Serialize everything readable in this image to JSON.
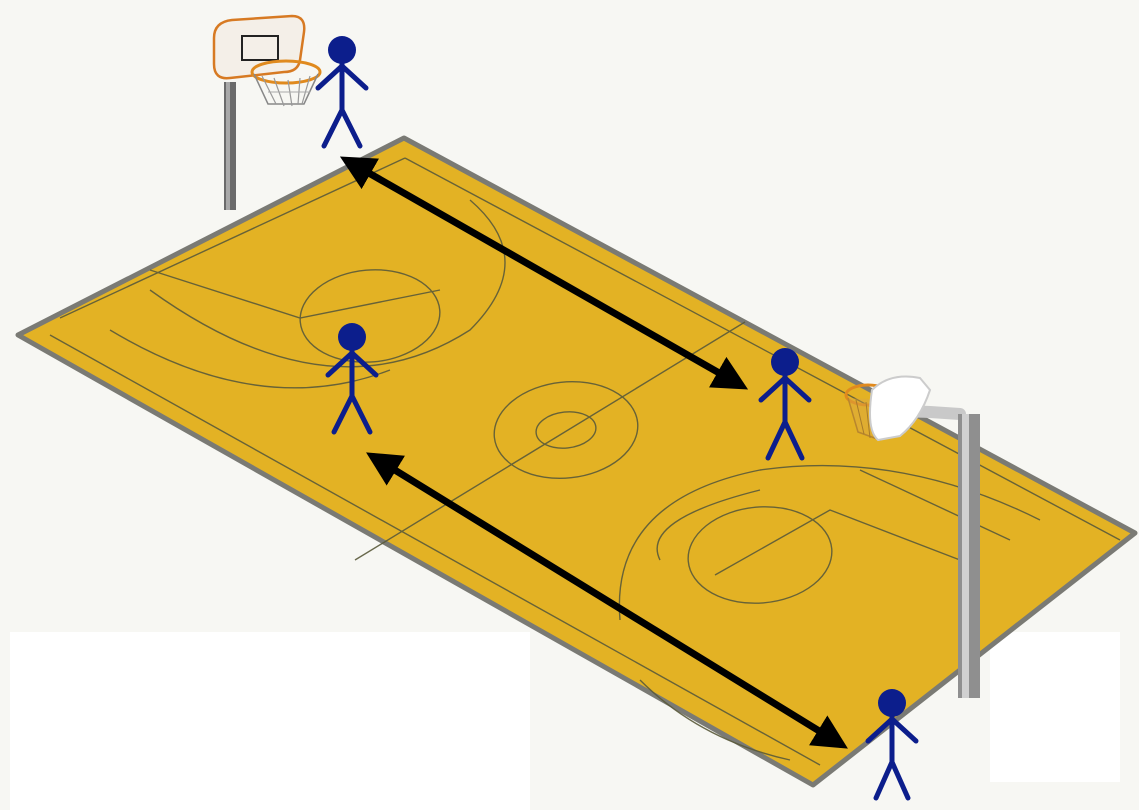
{
  "scene": {
    "subject": "basketball-court-passing-drill",
    "court": {
      "surface_color": "#e3b224",
      "line_color": "#5a5a3a",
      "border_color": "#7a7a74"
    },
    "players": [
      {
        "id": "player-top-left",
        "color": "#0c1e8c"
      },
      {
        "id": "player-mid-left",
        "color": "#0c1e8c"
      },
      {
        "id": "player-mid-right",
        "color": "#0c1e8c"
      },
      {
        "id": "player-bottom-right",
        "color": "#0c1e8c"
      }
    ],
    "pass_arrows": [
      {
        "id": "pass-arrow-upper",
        "from": "player-top-left",
        "to": "player-mid-right",
        "direction": "both"
      },
      {
        "id": "pass-arrow-lower",
        "from": "player-mid-left",
        "to": "player-bottom-right",
        "direction": "both"
      }
    ],
    "arrow_color": "#000000",
    "hoops": [
      {
        "id": "hoop-left",
        "icon": "basketball-hoop-icon",
        "rim_color": "#e08a1e"
      },
      {
        "id": "hoop-right",
        "icon": "basketball-hoop-icon",
        "rim_color": "#e08a1e"
      }
    ]
  }
}
